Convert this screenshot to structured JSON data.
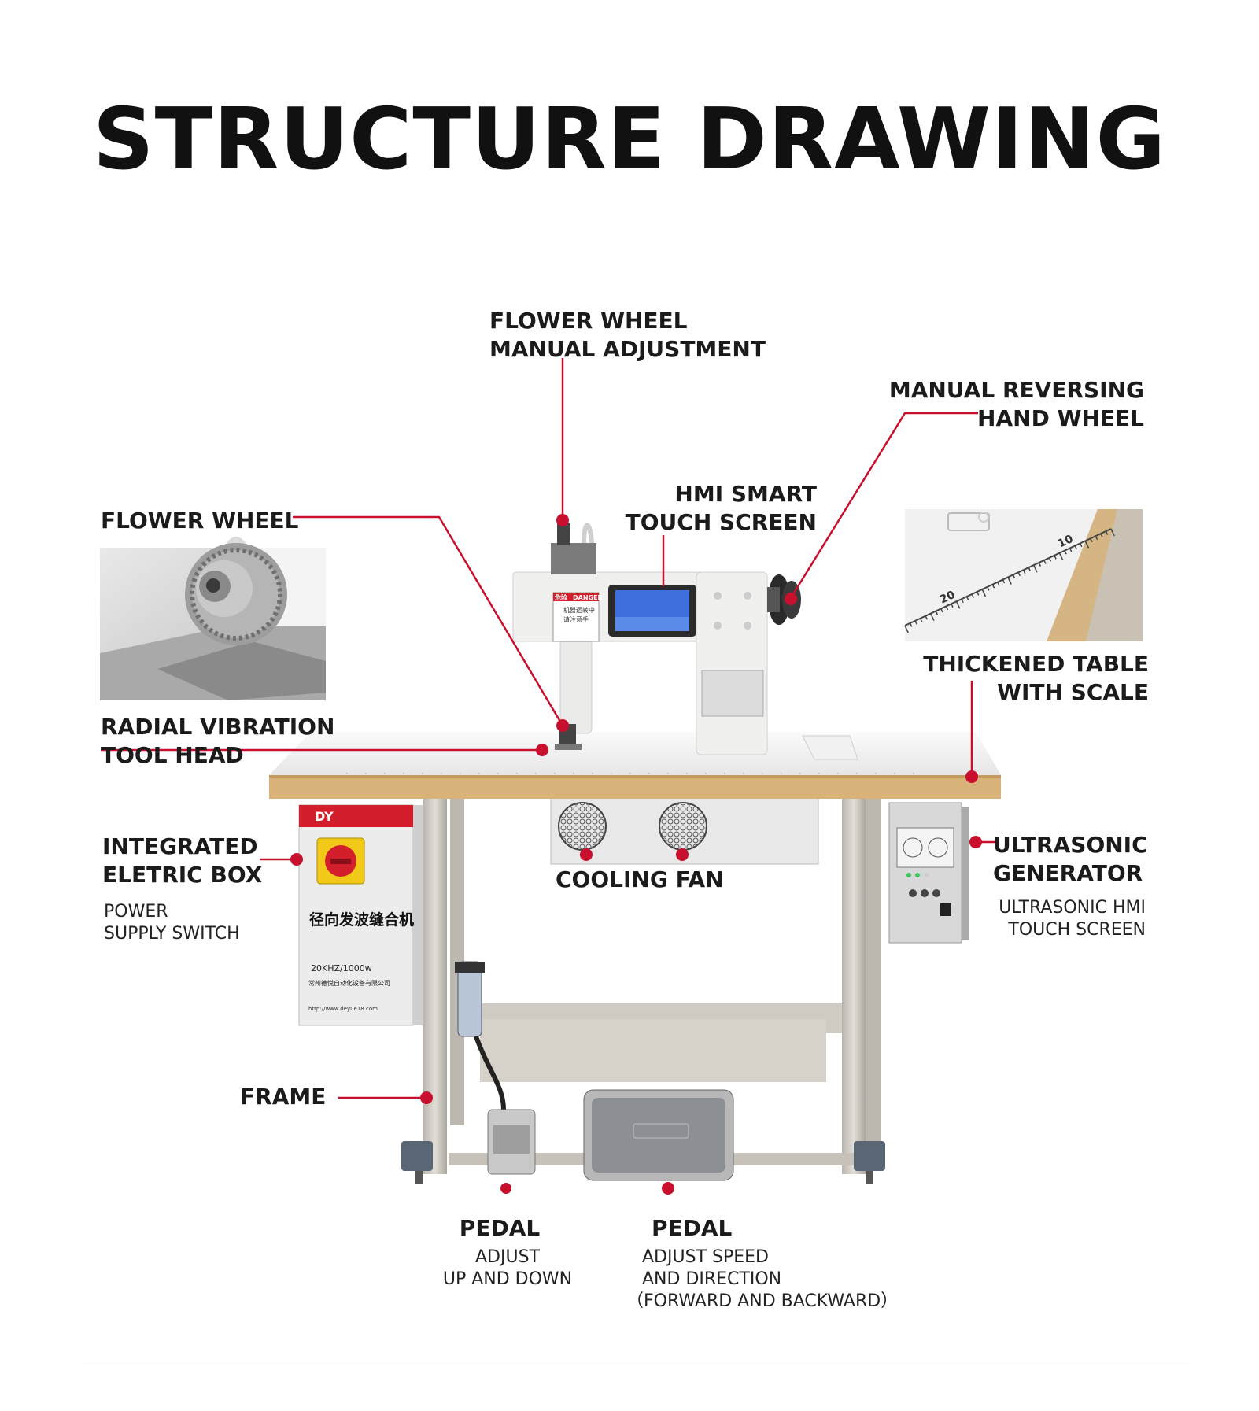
{
  "title": "STRUCTURE DRAWING",
  "labels": {
    "flower_wheel_adj": [
      "FLOWER WHEEL",
      "MANUAL ADJUSTMENT"
    ],
    "reversing_wheel": [
      "MANUAL REVERSING",
      "HAND WHEEL"
    ],
    "hmi_screen": [
      "HMI SMART",
      "TOUCH SCREEN"
    ],
    "flower_wheel": "FLOWER WHEEL",
    "thick_table": [
      "THICKENED TABLE",
      "WITH SCALE"
    ],
    "tool_head": [
      "RADIAL VIBRATION",
      "TOOL HEAD"
    ],
    "electric_box": [
      "INTEGRATED",
      "ELETRIC BOX"
    ],
    "power_switch": [
      "POWER",
      "SUPPLY SWITCH"
    ],
    "cooling_fan": "COOLING FAN",
    "generator": [
      "ULTRASONIC",
      "GENERATOR"
    ],
    "generator_hmi": [
      "ULTRASONIC HMI",
      "TOUCH SCREEN"
    ],
    "frame": "FRAME",
    "pedal_left": "PEDAL",
    "pedal_left_sub": [
      "ADJUST",
      "UP AND DOWN"
    ],
    "pedal_right": "PEDAL",
    "pedal_right_sub": [
      "ADJUST SPEED",
      "AND DIRECTION",
      "（FORWARD AND BACKWARD）"
    ]
  },
  "machine_text": {
    "danger": "DANGER",
    "danger_cn": "危险",
    "warn_cn_1": "机器运转中",
    "warn_cn_2": "请注意手",
    "box_logo": "DY",
    "box_title_cn": "径向发波缝合机",
    "box_spec": "20KHZ/1000w",
    "box_company": "常州德悦自动化设备有限公司",
    "box_url": "http://www.deyue18.com",
    "scale_10": "10",
    "scale_20": "20"
  },
  "colors": {
    "accent": "#c8102e",
    "table_edge": "#d9b27a",
    "frame": "#c9c5bd",
    "machine": "#eeeeec"
  }
}
